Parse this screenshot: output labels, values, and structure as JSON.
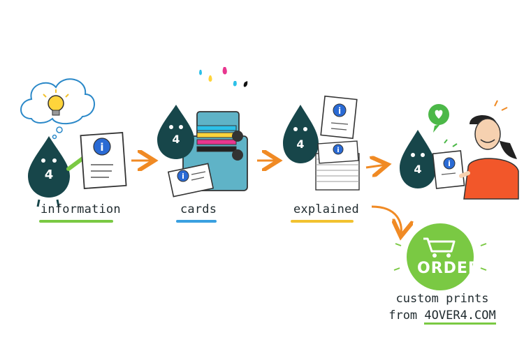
{
  "steps": [
    {
      "label": "information",
      "underline_color": "#7ac943"
    },
    {
      "label": "cards",
      "underline_color": "#3aa0e0"
    },
    {
      "label": "explained",
      "underline_color": "#f2c230"
    }
  ],
  "mascot": {
    "number": "4",
    "color": "#17464a"
  },
  "info_glyph": "i",
  "order_button": {
    "label": "ORDER",
    "color": "#7ac943"
  },
  "cta": {
    "line1": "custom prints",
    "line2_prefix": "from ",
    "site": "4OVER4.COM"
  },
  "colors": {
    "arrow": "#f08a24",
    "printer": "#5fb3c7",
    "info_blue": "#2a6ad4",
    "person_shirt": "#f2572a",
    "heart": "#4cb848"
  }
}
